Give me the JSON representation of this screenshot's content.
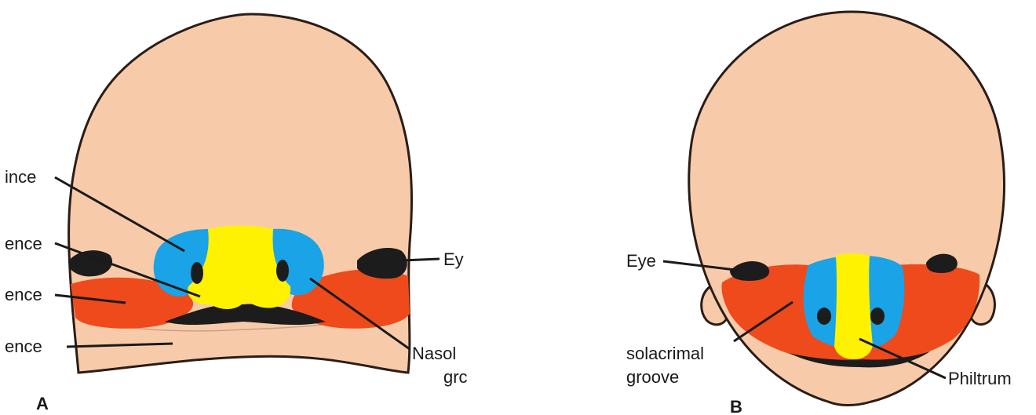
{
  "panel_a": {
    "letter": "A",
    "labels": {
      "frontonasal": "ince",
      "medial_nasal": "ence",
      "maxillary": "ence",
      "mandibular": "ence",
      "eye": "Ey",
      "nasolacrimal_line1": "Nasol",
      "nasolacrimal_line2": "grc"
    }
  },
  "panel_b": {
    "letter": "B",
    "labels": {
      "eye": "Eye",
      "nasolacrimal_line1": "solacrimal",
      "nasolacrimal_line2": "groove",
      "philtrum": "Philtrum"
    }
  },
  "colors": {
    "skin": "#f7cba9",
    "medial_process": "#fff200",
    "lateral_process": "#1aa3e6",
    "maxillary": "#ee4a1c",
    "eye": "#1c1c1c"
  }
}
